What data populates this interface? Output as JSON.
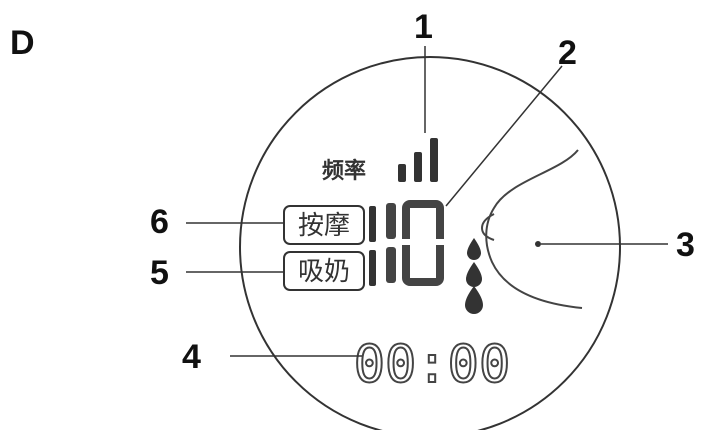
{
  "figure": {
    "panel_letter": "D",
    "callouts": [
      "1",
      "2",
      "3",
      "4",
      "5",
      "6"
    ],
    "frequency_label": "频率",
    "massage_label": "按摩",
    "suction_label": "吸奶",
    "level_digits": "10",
    "timer": "00:00"
  }
}
